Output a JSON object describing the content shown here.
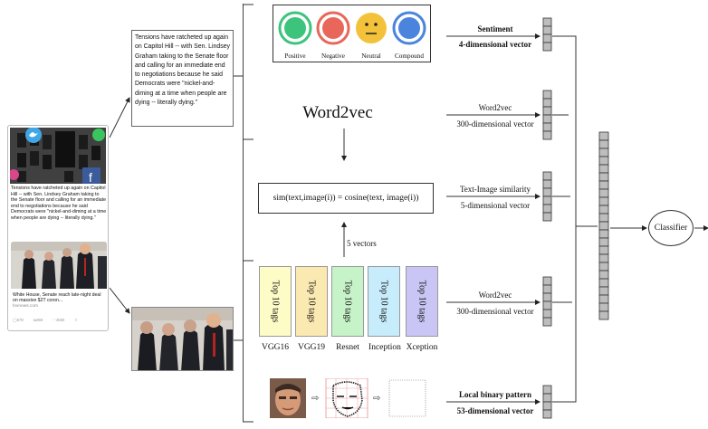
{
  "tweet": {
    "text": "Tensions have ratcheted up again on Capitol Hill -- with Sen. Lindsey Graham taking to the Senate floor and calling for an immediate end to negotiations because he said Democrats were \"nickel-and-diming at a time when people are dying -- literally dying.\"",
    "headline": "White House, Senate reach late-night deal on massive $2T coron...",
    "source": "foxnews.com",
    "actions": [
      "578",
      "869",
      "4580",
      ""
    ]
  },
  "text_box": {
    "text": "Tensions have ratcheted up again on Capitol Hill -- with Sen. Lindsey Graham taking to the Senate floor and calling for an immediate end to negotiations because he said Democrats were \"nickel-and-diming at a time when people are dying -- literally dying.\""
  },
  "sentiment_faces": [
    {
      "label": "Positive",
      "color": "#3cc47c"
    },
    {
      "label": "Negative",
      "color": "#e8665a"
    },
    {
      "label": "Neutral",
      "color": "#f3c23a"
    },
    {
      "label": "Compound",
      "color": "#4a84dd"
    }
  ],
  "word2vec_title": "Word2vec",
  "similarity_formula": "sim(text,image(i)) = cosine(text, image(i))",
  "five_vectors_label": "5 vectors",
  "tags": [
    {
      "label": "Top 10 tags",
      "model": "VGG16",
      "color": "#fdfcc6"
    },
    {
      "label": "Top 10 tags",
      "model": "VGG19",
      "color": "#fbe9b2"
    },
    {
      "label": "Top 10 tags",
      "model": "Resnet",
      "color": "#c7f3c9"
    },
    {
      "label": "Top 10 tags",
      "model": "Inception",
      "color": "#c7ecfb"
    },
    {
      "label": "Top 10 tags",
      "model": "Xception",
      "color": "#c9c6f5"
    }
  ],
  "vectors": [
    {
      "title": "Sentiment",
      "sub": "4-dimensional vector",
      "bold": true
    },
    {
      "title": "Word2vec",
      "sub": "300-dimensional vector",
      "bold": false
    },
    {
      "title": "Text-Image similarity",
      "sub": "5-dimensional vector",
      "bold": false
    },
    {
      "title": "Word2vec",
      "sub": "300-dimensional vector",
      "bold": false
    },
    {
      "title": "Local binary pattern",
      "sub": "53-dimensional vector",
      "bold": true
    }
  ],
  "classifier_label": "Classifier",
  "colors": {
    "cell_fill": "#bdbdbd",
    "line": "#333333"
  }
}
